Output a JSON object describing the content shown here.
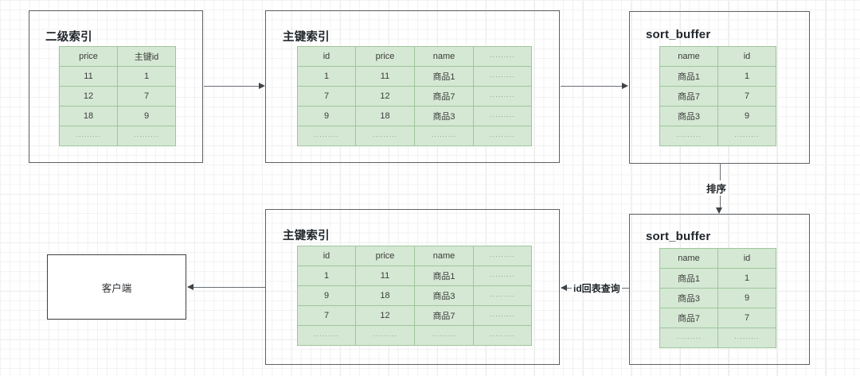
{
  "diagram": {
    "title_secondary_index": "二级索引",
    "title_primary_index": "主键索引",
    "title_sort_buffer": "sort_buffer",
    "client_label": "客户端",
    "ellipsis": "........."
  },
  "edges": {
    "sort_label": "排序",
    "lookup_label": "id回表查询"
  },
  "colors": {
    "table_fill": "#d5e8d4",
    "table_border": "#9ec69a",
    "panel_border": "#5d6166",
    "connector": "#6a6f75",
    "text": "#2b2f33",
    "grid": "#eaeaea"
  },
  "secondary_index_table": {
    "headers": [
      "price",
      "主键id"
    ],
    "rows": [
      [
        "11",
        "1"
      ],
      [
        "12",
        "7"
      ],
      [
        "18",
        "9"
      ],
      [
        ".........",
        "........."
      ]
    ]
  },
  "primary_index_top_table": {
    "headers": [
      "id",
      "price",
      "name",
      "........."
    ],
    "rows": [
      [
        "1",
        "11",
        "商品1",
        "........."
      ],
      [
        "7",
        "12",
        "商品7",
        "........."
      ],
      [
        "9",
        "18",
        "商品3",
        "........."
      ],
      [
        ".........",
        ".........",
        ".........",
        "........."
      ]
    ]
  },
  "sort_buffer_top_table": {
    "headers": [
      "name",
      "id"
    ],
    "rows": [
      [
        "商品1",
        "1"
      ],
      [
        "商品7",
        "7"
      ],
      [
        "商品3",
        "9"
      ],
      [
        ".........",
        "........."
      ]
    ]
  },
  "sort_buffer_bottom_table": {
    "headers": [
      "name",
      "id"
    ],
    "rows": [
      [
        "商品1",
        "1"
      ],
      [
        "商品3",
        "9"
      ],
      [
        "商品7",
        "7"
      ],
      [
        ".........",
        "........."
      ]
    ]
  },
  "primary_index_bottom_table": {
    "headers": [
      "id",
      "price",
      "name",
      "........."
    ],
    "rows": [
      [
        "1",
        "11",
        "商品1",
        "........."
      ],
      [
        "9",
        "18",
        "商品3",
        "........."
      ],
      [
        "7",
        "12",
        "商品7",
        "........."
      ],
      [
        ".........",
        ".........",
        ".........",
        "........."
      ]
    ]
  }
}
